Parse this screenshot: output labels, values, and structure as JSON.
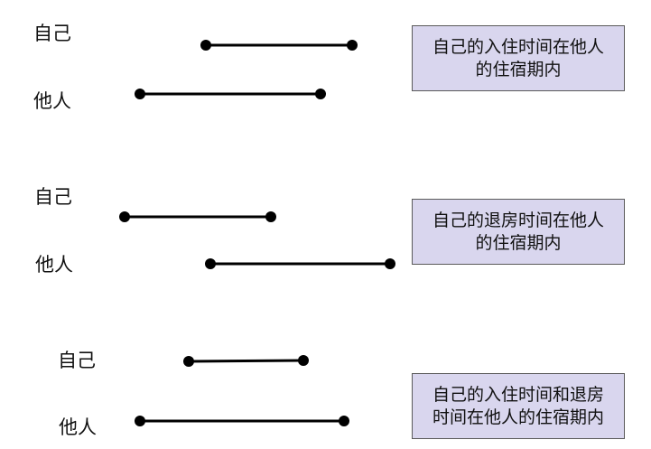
{
  "cases": [
    {
      "self_label": "自己",
      "other_label": "他人",
      "note": "自己的入住时间在他人\n的住宿期内"
    },
    {
      "self_label": "自己",
      "other_label": "他人",
      "note": "自己的退房时间在他人\n的住宿期内"
    },
    {
      "self_label": "自己",
      "other_label": "他人",
      "note": "自己的入住时间和退房\n时间在他人的住宿期内"
    }
  ],
  "colors": {
    "line": "#000000",
    "note_fill": "#d9d6ee",
    "note_border": "#5a5a5a"
  }
}
